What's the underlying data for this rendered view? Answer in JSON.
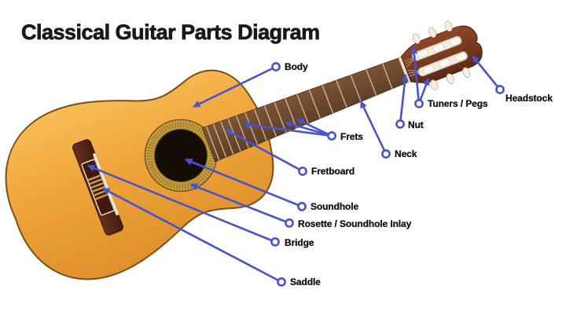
{
  "title": "Classical Guitar Parts Diagram",
  "diagram_subject": "classical-acoustic-guitar",
  "palette": {
    "accent_blue": "#4953cb",
    "marker_fill": "#ffffff",
    "body_wood": "#efa438",
    "fretboard_wood": "#6e4a30",
    "headstock_wood": "#7a3a20",
    "soundhole_black": "#150d07",
    "rosette_gold": "#c9a144",
    "text_color": "#141414",
    "background": "#ffffff"
  },
  "parts": [
    {
      "label": "Body"
    },
    {
      "label": "Frets"
    },
    {
      "label": "Fretboard"
    },
    {
      "label": "Soundhole"
    },
    {
      "label": "Rosette / Soundhole Inlay"
    },
    {
      "label": "Bridge"
    },
    {
      "label": "Saddle"
    },
    {
      "label": "Neck"
    },
    {
      "label": "Nut"
    },
    {
      "label": "Tuners / Pegs"
    },
    {
      "label": "Headstock"
    }
  ]
}
